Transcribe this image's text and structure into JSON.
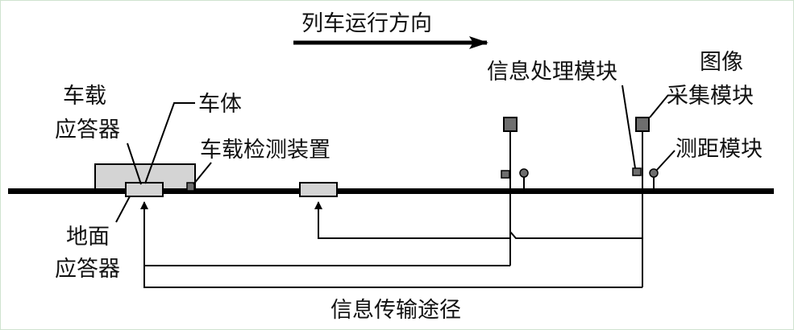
{
  "labels": {
    "direction": "列车运行方向",
    "onboard_transponder_1": "车载",
    "onboard_transponder_2": "应答器",
    "car_body": "车体",
    "onboard_detector": "车载检测装置",
    "ground_transponder_1": "地面",
    "ground_transponder_2": "应答器",
    "info_processing": "信息处理模块",
    "image_capture_1": "图像",
    "image_capture_2": "采集模块",
    "ranging": "测距模块",
    "transmission_path": "信息传输途径"
  },
  "colors": {
    "line": "#000000",
    "car_fill": "#d4d4d4",
    "module_fill": "#6e6e6e",
    "background_border": "#cfe3cf"
  }
}
